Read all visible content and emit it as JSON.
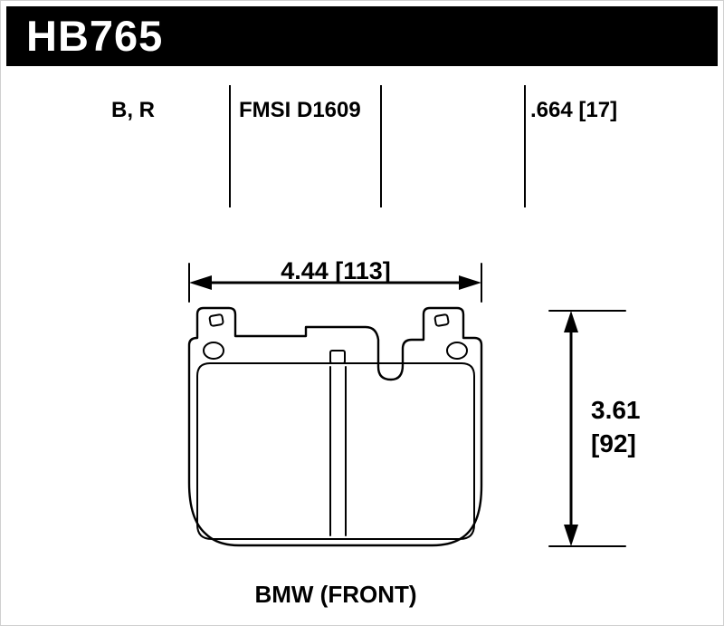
{
  "header": {
    "part_number": "HB765",
    "bg_color": "#000000",
    "text_color": "#ffffff"
  },
  "specs": {
    "compounds": "B, R",
    "fmsi": "FMSI D1609",
    "pad_thickness": ".664 [17]"
  },
  "dimensions": {
    "width_label": "4.44 [113]",
    "height_value": "3.61",
    "height_metric": "[92]"
  },
  "footer": {
    "application": "BMW (FRONT)"
  },
  "drawing": {
    "description": "brake-pad-outline-front-view",
    "line_color": "#000000"
  }
}
